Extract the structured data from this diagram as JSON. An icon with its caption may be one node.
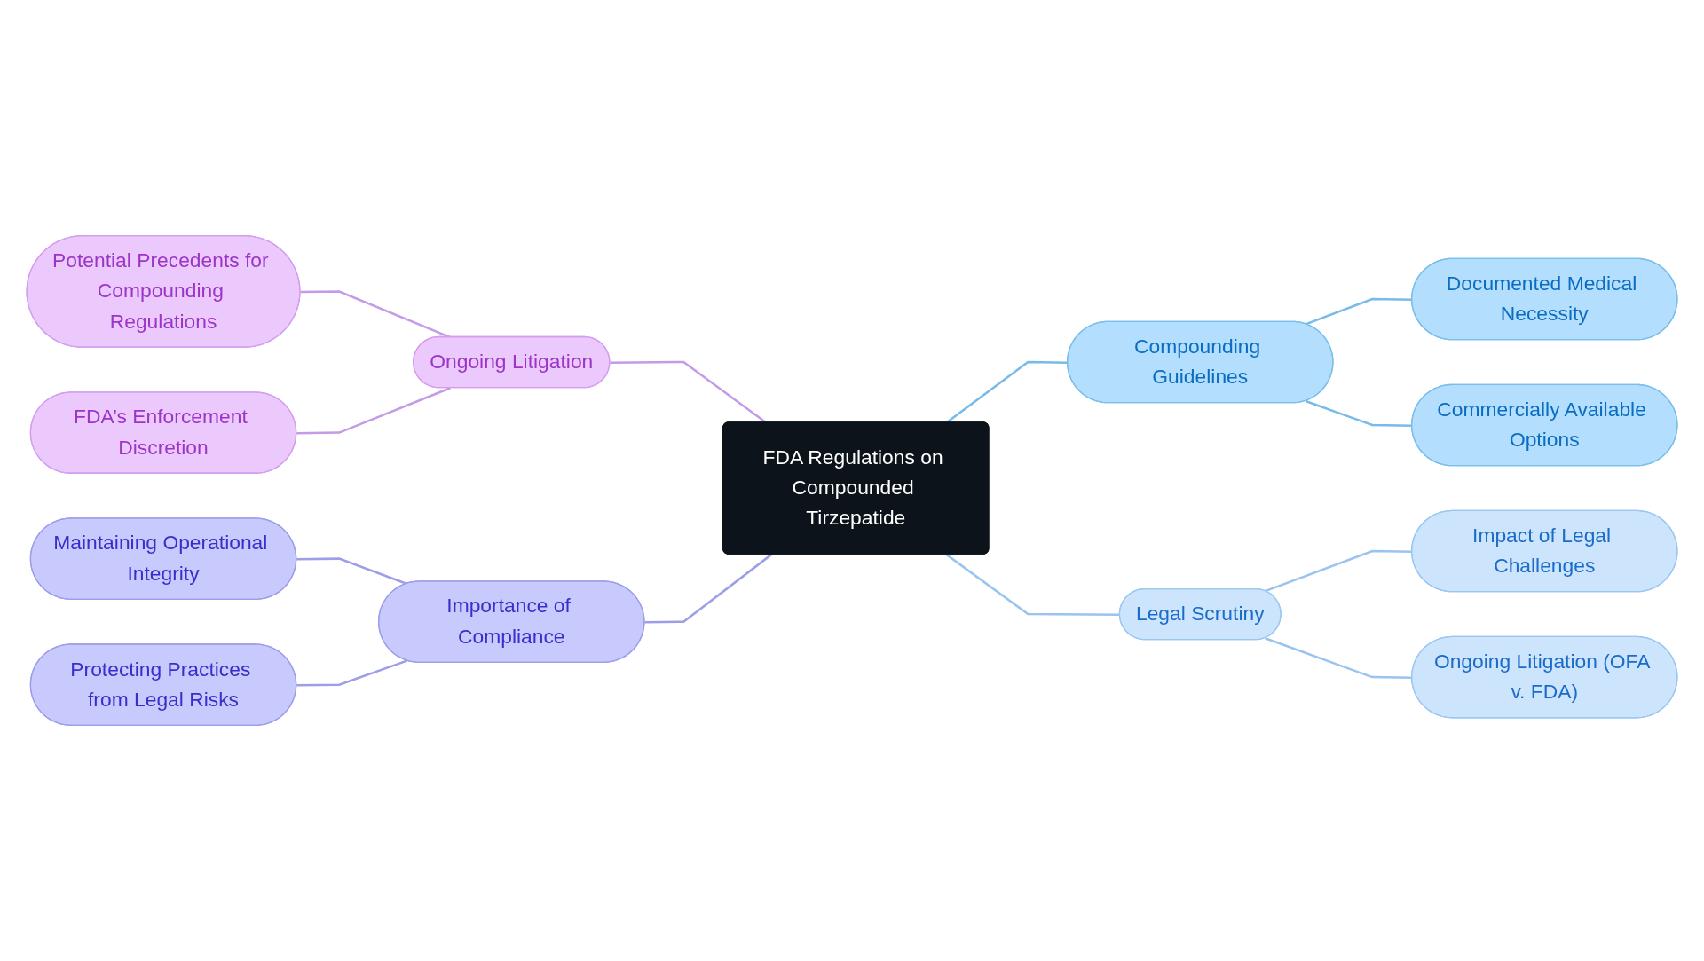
{
  "diagram": {
    "nodes": [
      {
        "text": [
          "FDA Regulations on Compounded Tirzepatide"
        ]
      },
      {
        "text": [
          "Ongoing Litigation"
        ]
      },
      {
        "text": [
          "Potential Precedents for Compounding Regulations"
        ]
      },
      {
        "text": [
          "FDA’s Enforcement Discretion"
        ]
      },
      {
        "text": [
          "Compounding Guidelines"
        ]
      },
      {
        "text": [
          "Documented Medical Necessity"
        ]
      },
      {
        "text": [
          "Commercially Available Options"
        ]
      },
      {
        "text": [
          "Legal Scrutiny"
        ]
      },
      {
        "text": [
          "Impact of Legal Challenges"
        ]
      },
      {
        "text": [
          "Ongoing Litigation (OFA v. FDA)"
        ]
      },
      {
        "text": [
          "Importance of Compliance"
        ]
      },
      {
        "text": [
          "Maintaining Operational Integrity"
        ]
      },
      {
        "text": [
          "Protecting Practices from Legal Risks"
        ]
      }
    ],
    "edges": [
      {
        "from": 0,
        "to": 1,
        "arrow": "none",
        "color": "#c39be6"
      },
      {
        "from": 1,
        "to": 2,
        "arrow": "none",
        "color": "#c39be6"
      },
      {
        "from": 1,
        "to": 3,
        "arrow": "none",
        "color": "#c39be6"
      },
      {
        "from": 0,
        "to": 4,
        "arrow": "none",
        "color": "#78bbe8"
      },
      {
        "from": 4,
        "to": 5,
        "arrow": "none",
        "color": "#78bbe8"
      },
      {
        "from": 4,
        "to": 6,
        "arrow": "none",
        "color": "#78bbe8"
      },
      {
        "from": 0,
        "to": 7,
        "arrow": "none",
        "color": "#99c4ee"
      },
      {
        "from": 7,
        "to": 8,
        "arrow": "none",
        "color": "#99c4ee"
      },
      {
        "from": 7,
        "to": 9,
        "arrow": "none",
        "color": "#99c4ee"
      },
      {
        "from": 0,
        "to": 10,
        "arrow": "none",
        "color": "#9d9ee8"
      },
      {
        "from": 10,
        "to": 11,
        "arrow": "none",
        "color": "#9d9ee8"
      },
      {
        "from": 10,
        "to": 12,
        "arrow": "none",
        "color": "#9d9ee8"
      }
    ]
  }
}
